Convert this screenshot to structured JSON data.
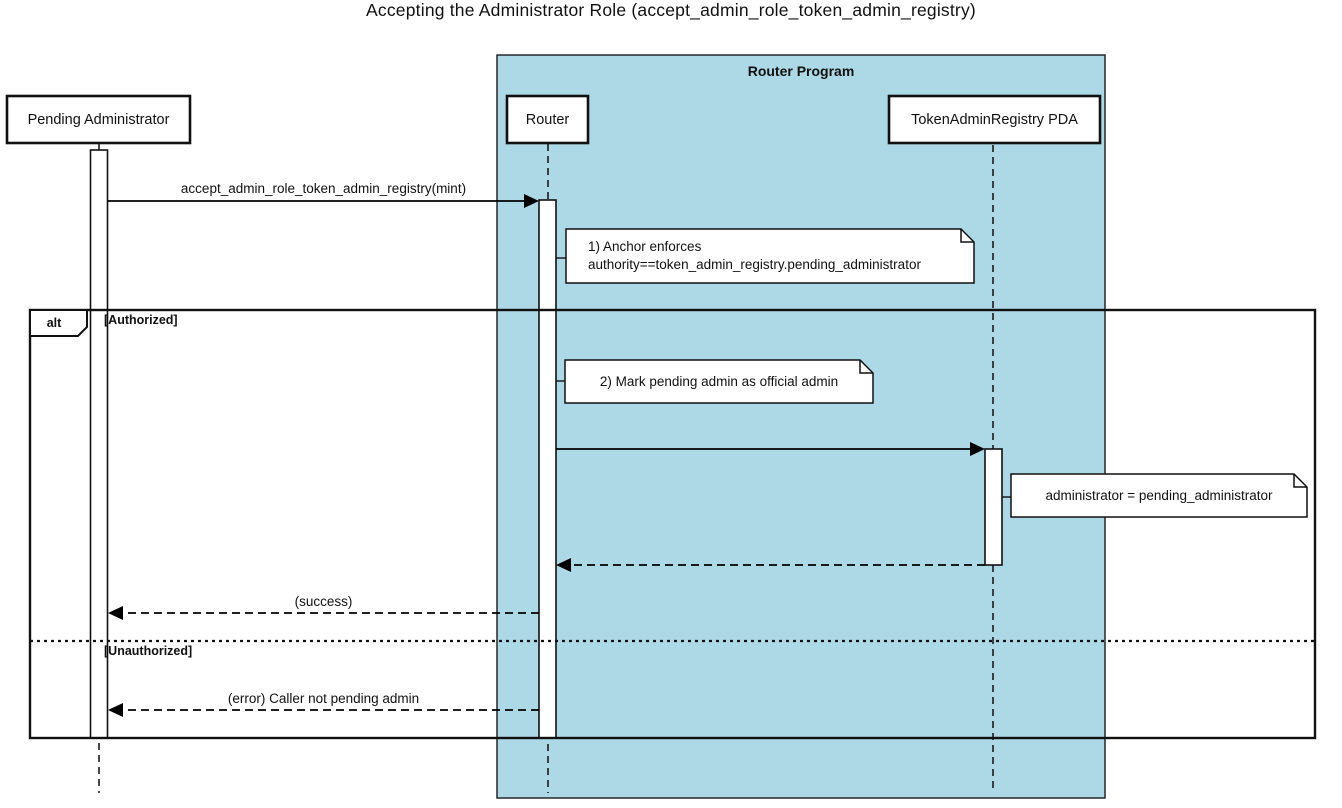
{
  "diagram": {
    "type": "sequence",
    "title": "Accepting the Administrator Role (accept_admin_role_token_admin_registry)"
  },
  "container": {
    "label": "Router Program"
  },
  "participants": [
    {
      "id": "pending-administrator",
      "label": "Pending Administrator"
    },
    {
      "id": "router",
      "label": "Router"
    },
    {
      "id": "token-admin-registry-pda",
      "label": "TokenAdminRegistry PDA"
    }
  ],
  "messages": [
    {
      "from": "Pending Administrator",
      "to": "Router",
      "label": "accept_admin_role_token_admin_registry(mint)",
      "style": "solid"
    },
    {
      "from": "Router",
      "to": "TokenAdminRegistry PDA",
      "label": "",
      "style": "solid"
    },
    {
      "from": "TokenAdminRegistry PDA",
      "to": "Router",
      "label": "",
      "style": "dashed-return"
    },
    {
      "from": "Router",
      "to": "Pending Administrator",
      "label": "(success)",
      "style": "dashed-return"
    },
    {
      "from": "Router",
      "to": "Pending Administrator",
      "label": "(error) Caller not pending admin",
      "style": "dashed-return"
    }
  ],
  "notes": [
    {
      "anchored_to": "Router",
      "lines": [
        "1) Anchor enforces",
        "authority==token_admin_registry.pending_administrator"
      ]
    },
    {
      "anchored_to": "Router",
      "lines": [
        "2) Mark pending admin as official admin"
      ]
    },
    {
      "anchored_to": "TokenAdminRegistry PDA",
      "lines": [
        "administrator = pending_administrator"
      ]
    }
  ],
  "alt_frame": {
    "operator": "alt",
    "guards": [
      "[Authorized]",
      "[Unauthorized]"
    ]
  },
  "colors": {
    "container_fill": "#ADD8E6",
    "line": "#000000",
    "note_fill": "#FFFFFF",
    "background": "#FFFFFF"
  }
}
